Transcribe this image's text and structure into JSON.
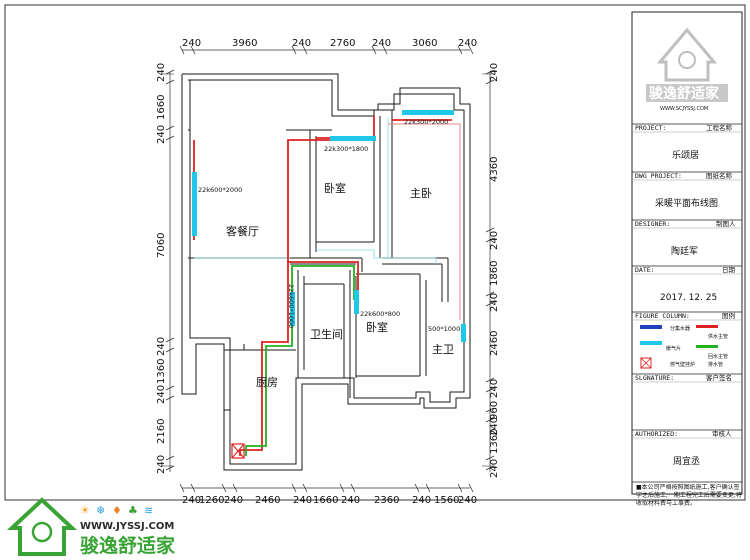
{
  "dimensions": {
    "top": [
      "240",
      "3960",
      "240",
      "2760",
      "240",
      "3060",
      "240"
    ],
    "bottom": [
      "240",
      "1260",
      "240",
      "2460",
      "240",
      "1660",
      "240",
      "2360",
      "240",
      "1560",
      "240"
    ],
    "left": [
      "240",
      "1660",
      "240",
      "7060",
      "240",
      "1360",
      "240",
      "2160",
      "240"
    ],
    "right": [
      "240",
      "4360",
      "240",
      "1860",
      "240",
      "2460",
      "240",
      "960",
      "240",
      "1360",
      "240"
    ]
  },
  "rooms": {
    "living_dining": "客餐厅",
    "bedroom_small": "卧室",
    "master_bedroom": "主卧",
    "bathroom": "卫生间",
    "bedroom_mid": "卧室",
    "master_bath": "主卫",
    "kitchen": "厨房"
  },
  "radiators": {
    "living": "22k600*2000",
    "bedroom_small": "22k300*1800",
    "master": "22k300*2000",
    "corridor": "22k600*1000",
    "bedroom_mid": "22k600*800",
    "master_bath": "500*1000"
  },
  "title_block": {
    "project_label": "PROJECT:",
    "project_label_cn": "工程名称",
    "project_value": "乐颂居",
    "dwg_label": "DWG PROJECT:",
    "dwg_label_cn": "图纸名称",
    "dwg_value": "采暖平面布线图",
    "designer_label": "DESIGNER:",
    "designer_label_cn": "制图人",
    "designer_value": "陶廷军",
    "date_label": "DATE:",
    "date_label_cn": "日期",
    "date_value": "2017. 12. 25",
    "figure_label": "FIGURE COLUMN:",
    "figure_label_cn": "图例",
    "legend": {
      "radiator": "暖气片",
      "supply": "供水主管",
      "manifold": "分集水器",
      "valve": "燃气壁挂炉",
      "return": "回水主管",
      "drain": "排水管"
    },
    "signature_label": "SLGNATURE:",
    "signature_label_cn": "客户签名",
    "authorized_label": "AUTHORIZED:",
    "authorized_label_cn": "审核人",
    "authorized_value": "周宜丞",
    "footnote": "■本公司严格按照图纸施工,客户确认签字之后施工,一期工程完工后需要变更,将收取材料费与工事费。"
  },
  "branding": {
    "logo_name": "骏逸舒适家",
    "logo_url": "WWW.SCJYSSJ.COM",
    "footer_url": "WWW.JYSSJ.COM",
    "footer_name": "骏逸舒适家"
  },
  "colors": {
    "radiator": "#20c8e8",
    "supply_pipe": "#e02020",
    "return_pipe": "#20b020",
    "wall": "#1a1a1a",
    "brand_green": "#3aa335"
  }
}
